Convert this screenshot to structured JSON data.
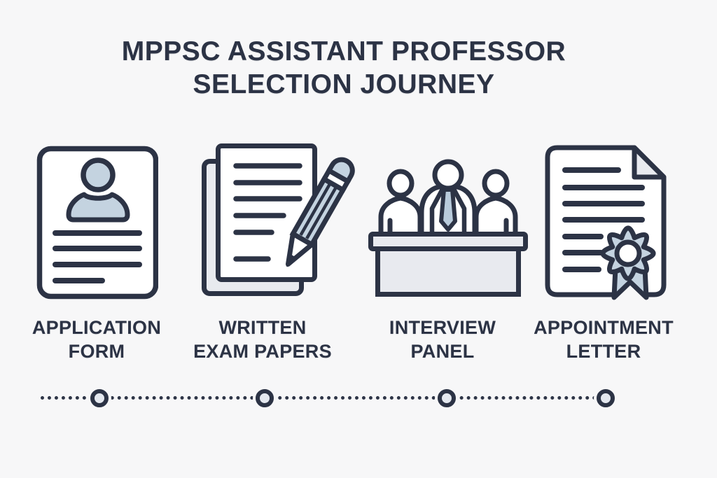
{
  "title": {
    "line1": "MPPSC ASSISTANT PROFESSOR",
    "line2": "SELECTION JOURNEY"
  },
  "steps": [
    {
      "icon": "application-form-icon",
      "label_line1": "APPLICATION",
      "label_line2": "FORM"
    },
    {
      "icon": "written-exam-papers-icon",
      "label_line1": "WRITTEN",
      "label_line2": "EXAM PAPERS"
    },
    {
      "icon": "interview-panel-icon",
      "label_line1": "INTERVIEW",
      "label_line2": "PANEL"
    },
    {
      "icon": "appointment-letter-icon",
      "label_line1": "APPOINTMENT",
      "label_line2": "LETTER"
    }
  ],
  "timeline": {
    "node_count": 4,
    "style": "dotted line with circular nodes"
  },
  "colors": {
    "background": "#f7f7f8",
    "outline_navy": "#2c3345",
    "accent_light_blue": "#c4d3e0",
    "fill_light_gray": "#e8eaef",
    "node_fill": "#e4e8ef"
  }
}
